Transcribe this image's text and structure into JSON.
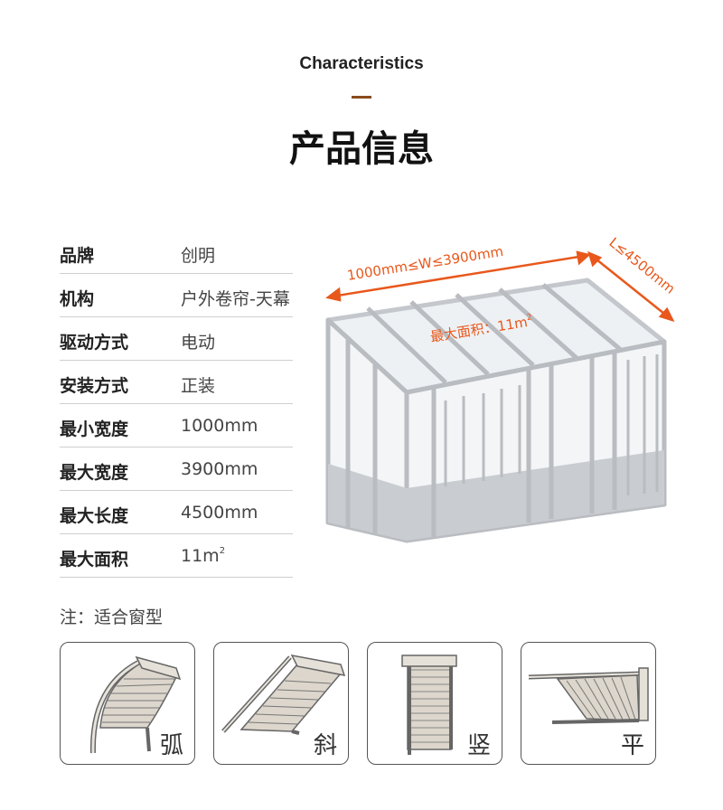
{
  "header": {
    "subtitle": "Characteristics",
    "title": "产品信息",
    "accent_color": "#8a4b1f"
  },
  "specs": [
    {
      "label": "品牌",
      "value": "创明"
    },
    {
      "label": "机构",
      "value": "户外卷帘-天幕"
    },
    {
      "label": "驱动方式",
      "value": "电动"
    },
    {
      "label": "安装方式",
      "value": "正装"
    },
    {
      "label": "最小宽度",
      "value": "1000mm"
    },
    {
      "label": "最大宽度",
      "value": "3900mm"
    },
    {
      "label": "最大长度",
      "value": "4500mm"
    },
    {
      "label": "最大面积",
      "value": "11m",
      "sup": "2"
    }
  ],
  "diagram": {
    "width_annotation": "1000mm≤W≤3900mm",
    "length_annotation": "L≤4500mm",
    "area_annotation": "最大面积：11m",
    "area_sup": "2",
    "annotation_color": "#e8581c"
  },
  "note": "注：适合窗型",
  "window_types": [
    {
      "label": "弧",
      "icon": "arc-awning-icon"
    },
    {
      "label": "斜",
      "icon": "slanted-awning-icon"
    },
    {
      "label": "竖",
      "icon": "vertical-blind-icon"
    },
    {
      "label": "平",
      "icon": "flat-awning-icon"
    }
  ]
}
